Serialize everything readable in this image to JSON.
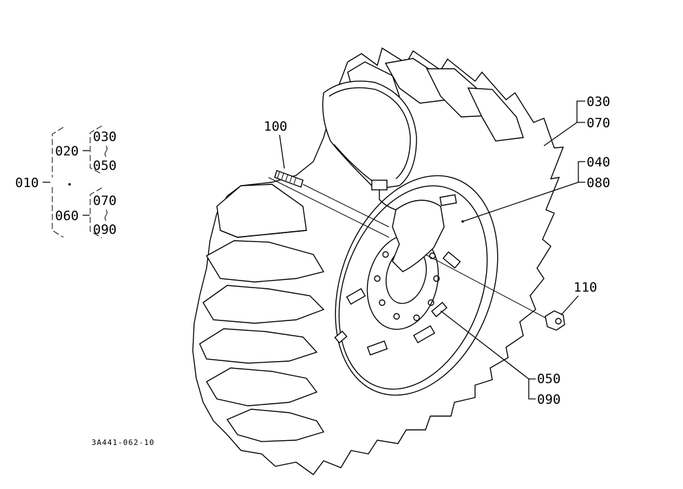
{
  "diagram": {
    "drawing_number": "3A441-062-10",
    "tree": {
      "root": "010",
      "groups": [
        {
          "code": "020",
          "children": [
            "030",
            "050"
          ]
        },
        {
          "code": "060",
          "children": [
            "070",
            "090"
          ]
        }
      ]
    },
    "callouts": [
      {
        "id": "c100",
        "labels": [
          "100"
        ]
      },
      {
        "id": "c110",
        "labels": [
          "110"
        ]
      },
      {
        "id": "c030",
        "labels": [
          "030",
          "070"
        ]
      },
      {
        "id": "c040",
        "labels": [
          "040",
          "080"
        ]
      },
      {
        "id": "c050",
        "labels": [
          "050",
          "090"
        ]
      }
    ]
  }
}
